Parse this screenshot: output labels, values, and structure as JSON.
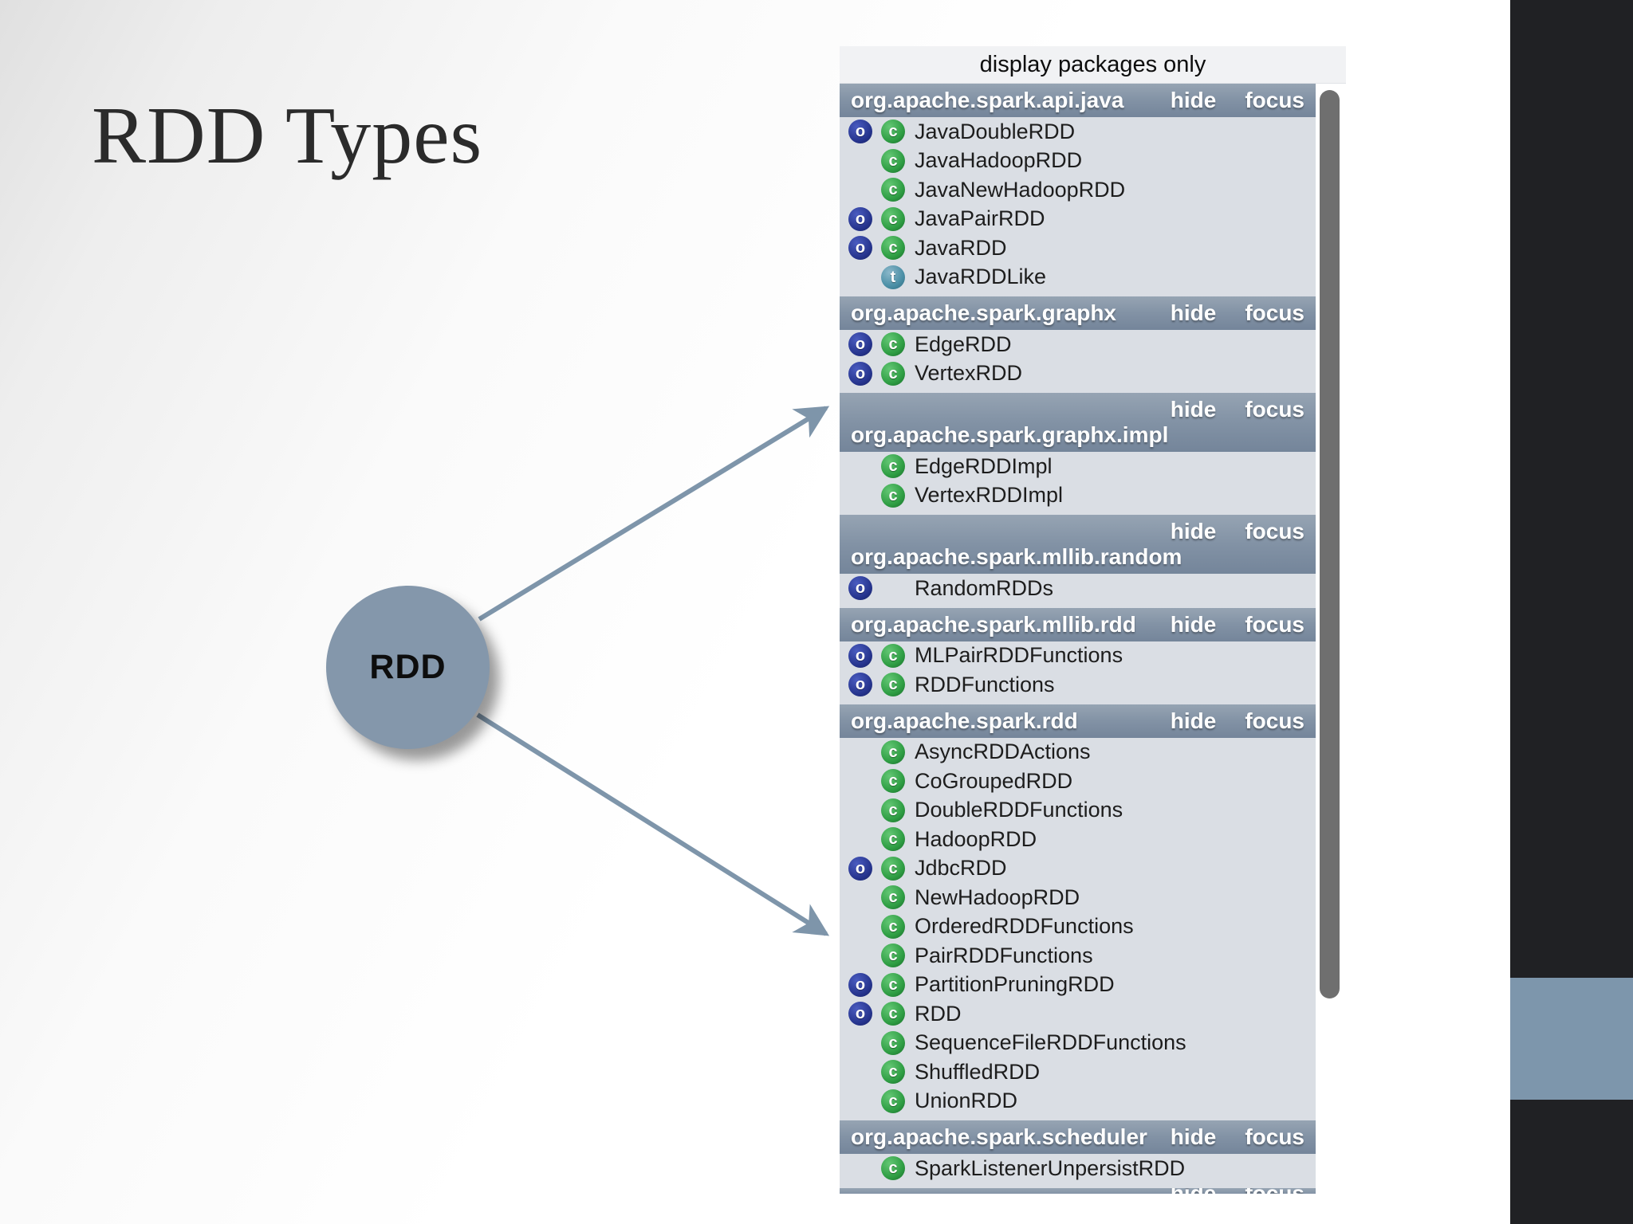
{
  "slide": {
    "title": "RDD Types"
  },
  "diagram": {
    "node_label": "RDD"
  },
  "panel": {
    "toolbar_label": "display packages only",
    "link_hide": "hide",
    "link_focus": "focus",
    "groups": [
      {
        "package": "org.apache.spark.api.java",
        "two_line": false,
        "partial": false,
        "items": [
          {
            "name": "JavaDoubleRDD",
            "kinds": [
              "object",
              "class"
            ]
          },
          {
            "name": "JavaHadoopRDD",
            "kinds": [
              "class"
            ]
          },
          {
            "name": "JavaNewHadoopRDD",
            "kinds": [
              "class"
            ]
          },
          {
            "name": "JavaPairRDD",
            "kinds": [
              "object",
              "class"
            ]
          },
          {
            "name": "JavaRDD",
            "kinds": [
              "object",
              "class"
            ]
          },
          {
            "name": "JavaRDDLike",
            "kinds": [
              "trait"
            ]
          }
        ]
      },
      {
        "package": "org.apache.spark.graphx",
        "two_line": false,
        "partial": false,
        "items": [
          {
            "name": "EdgeRDD",
            "kinds": [
              "object",
              "class"
            ]
          },
          {
            "name": "VertexRDD",
            "kinds": [
              "object",
              "class"
            ]
          }
        ]
      },
      {
        "package": "org.apache.spark.graphx.impl",
        "two_line": true,
        "partial": false,
        "items": [
          {
            "name": "EdgeRDDImpl",
            "kinds": [
              "class"
            ]
          },
          {
            "name": "VertexRDDImpl",
            "kinds": [
              "class"
            ]
          }
        ]
      },
      {
        "package": "org.apache.spark.mllib.random",
        "two_line": true,
        "partial": false,
        "items": [
          {
            "name": "RandomRDDs",
            "kinds": [
              "object"
            ]
          }
        ]
      },
      {
        "package": "org.apache.spark.mllib.rdd",
        "two_line": false,
        "partial": false,
        "items": [
          {
            "name": "MLPairRDDFunctions",
            "kinds": [
              "object",
              "class"
            ]
          },
          {
            "name": "RDDFunctions",
            "kinds": [
              "object",
              "class"
            ]
          }
        ]
      },
      {
        "package": "org.apache.spark.rdd",
        "two_line": false,
        "partial": false,
        "items": [
          {
            "name": "AsyncRDDActions",
            "kinds": [
              "class"
            ]
          },
          {
            "name": "CoGroupedRDD",
            "kinds": [
              "class"
            ]
          },
          {
            "name": "DoubleRDDFunctions",
            "kinds": [
              "class"
            ]
          },
          {
            "name": "HadoopRDD",
            "kinds": [
              "class"
            ]
          },
          {
            "name": "JdbcRDD",
            "kinds": [
              "object",
              "class"
            ]
          },
          {
            "name": "NewHadoopRDD",
            "kinds": [
              "class"
            ]
          },
          {
            "name": "OrderedRDDFunctions",
            "kinds": [
              "class"
            ]
          },
          {
            "name": "PairRDDFunctions",
            "kinds": [
              "class"
            ]
          },
          {
            "name": "PartitionPruningRDD",
            "kinds": [
              "object",
              "class"
            ]
          },
          {
            "name": "RDD",
            "kinds": [
              "object",
              "class"
            ]
          },
          {
            "name": "SequenceFileRDDFunctions",
            "kinds": [
              "class"
            ]
          },
          {
            "name": "ShuffledRDD",
            "kinds": [
              "class"
            ]
          },
          {
            "name": "UnionRDD",
            "kinds": [
              "class"
            ]
          }
        ]
      },
      {
        "package": "org.apache.spark.scheduler",
        "two_line": false,
        "partial": false,
        "items": [
          {
            "name": "SparkListenerUnpersistRDD",
            "kinds": [
              "class"
            ]
          }
        ]
      },
      {
        "package": "",
        "two_line": false,
        "partial": true,
        "items": []
      }
    ]
  },
  "icons": {
    "object": "o",
    "class": "c",
    "trait": "t"
  },
  "colors": {
    "arrow": "#7e95aa",
    "node_fill": "#8497ab",
    "header_bar": "#8292a5",
    "row_bg": "#dadee4",
    "dark_sidebar": "#202124",
    "accent_block": "#7d96ac",
    "object_icon": "#25338c",
    "class_icon": "#2f9e44",
    "trait_icon": "#4b8fa6",
    "scrollbar_thumb": "#6f6f6f"
  }
}
